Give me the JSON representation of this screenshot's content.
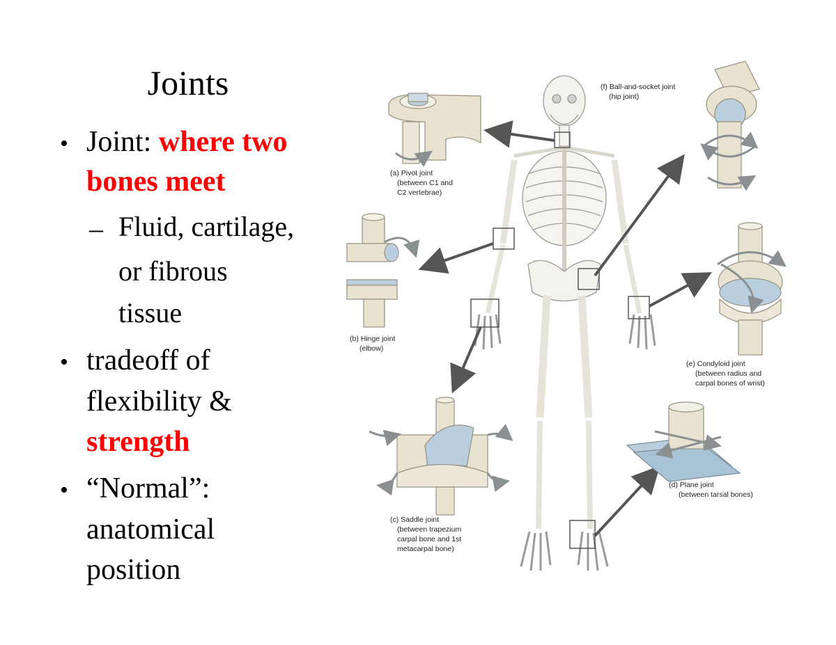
{
  "title": "Joints",
  "bullets": {
    "b1_label": "Joint: ",
    "b1_emph_line1": "where two",
    "b1_emph_line2": "bones meet",
    "sub1_line1": "Fluid, cartilage,",
    "sub1_line2": "or fibrous",
    "sub1_line3": "tissue",
    "b2_line1": "tradeoff of",
    "b2_line2": "flexibility &",
    "b2_emph": "strength",
    "b3_line1": "“Normal”:",
    "b3_line2": "anatomical",
    "b3_line3": "position",
    "bullet_char": "•",
    "dash_char": "–"
  },
  "figure": {
    "pivot": [
      "(a) Pivot joint",
      "(between C1 and",
      "C2 vertebrae)"
    ],
    "hinge": [
      "(b) Hinge joint",
      "(elbow)"
    ],
    "saddle": [
      "(c) Saddle joint",
      "(between trapezium",
      "carpal bone and 1st",
      "metacarpal bone)"
    ],
    "plane": [
      "(d) Plane joint",
      "(between tarsal bones)"
    ],
    "condyloid": [
      "(e) Condyloid joint",
      "(between radius and",
      "carpal bones of wrist)"
    ],
    "ball": [
      "(f) Ball-and-socket joint",
      "(hip joint)"
    ]
  },
  "colors": {
    "emphasis": "#ff0000",
    "bone": "#f2f0ea",
    "joint_model": "#e8e2d0",
    "cartilage": "#b9cfdf",
    "arrow": "#555555"
  }
}
